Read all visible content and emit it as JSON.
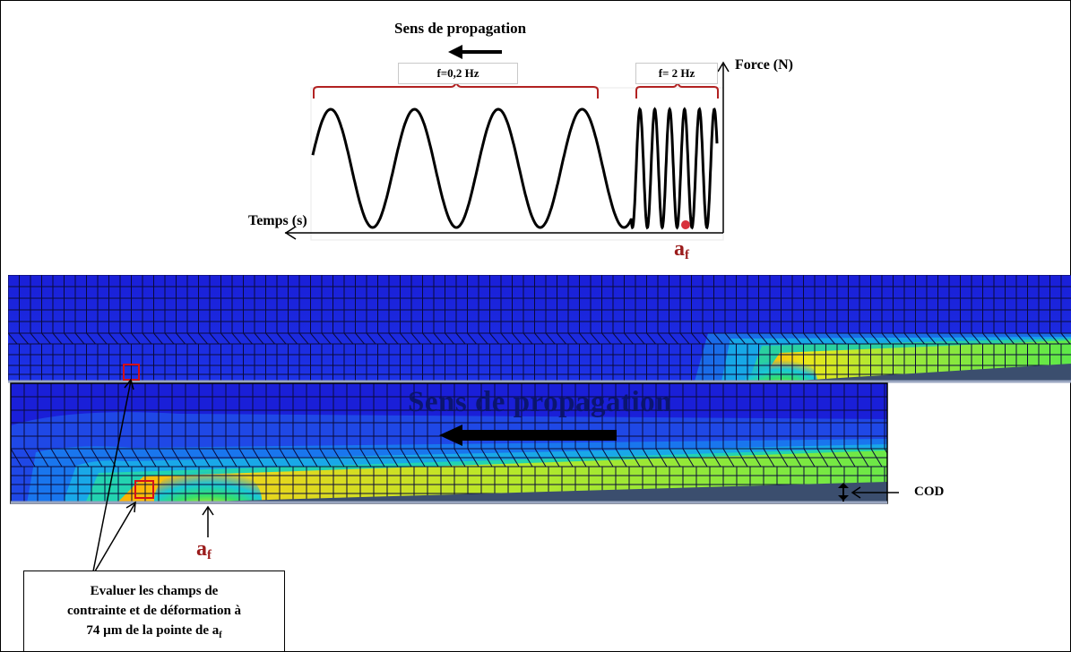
{
  "top_plot": {
    "title": "Sens de propagation",
    "y_axis_label": "Force (N)",
    "x_axis_label": "Temps (s)",
    "low_freq_label": "f=0,2 Hz",
    "high_freq_label": "f= 2 Hz"
  },
  "markers": {
    "af_base": "a",
    "af_sub": "f"
  },
  "fem": {
    "propagation_label": "Sens de propagation",
    "cod_label": "COD"
  },
  "note": {
    "line1": "Evaluer les champs de",
    "line2": "contrainte et de déformation à",
    "line3_prefix": "74 µm de la pointe de a",
    "line3_sub": "f"
  },
  "colors": {
    "mesh_blue": "#1e2bd6",
    "crack_red": "#d4101a",
    "label_red": "#9b1c1c",
    "bracket_red": "#b22222"
  }
}
